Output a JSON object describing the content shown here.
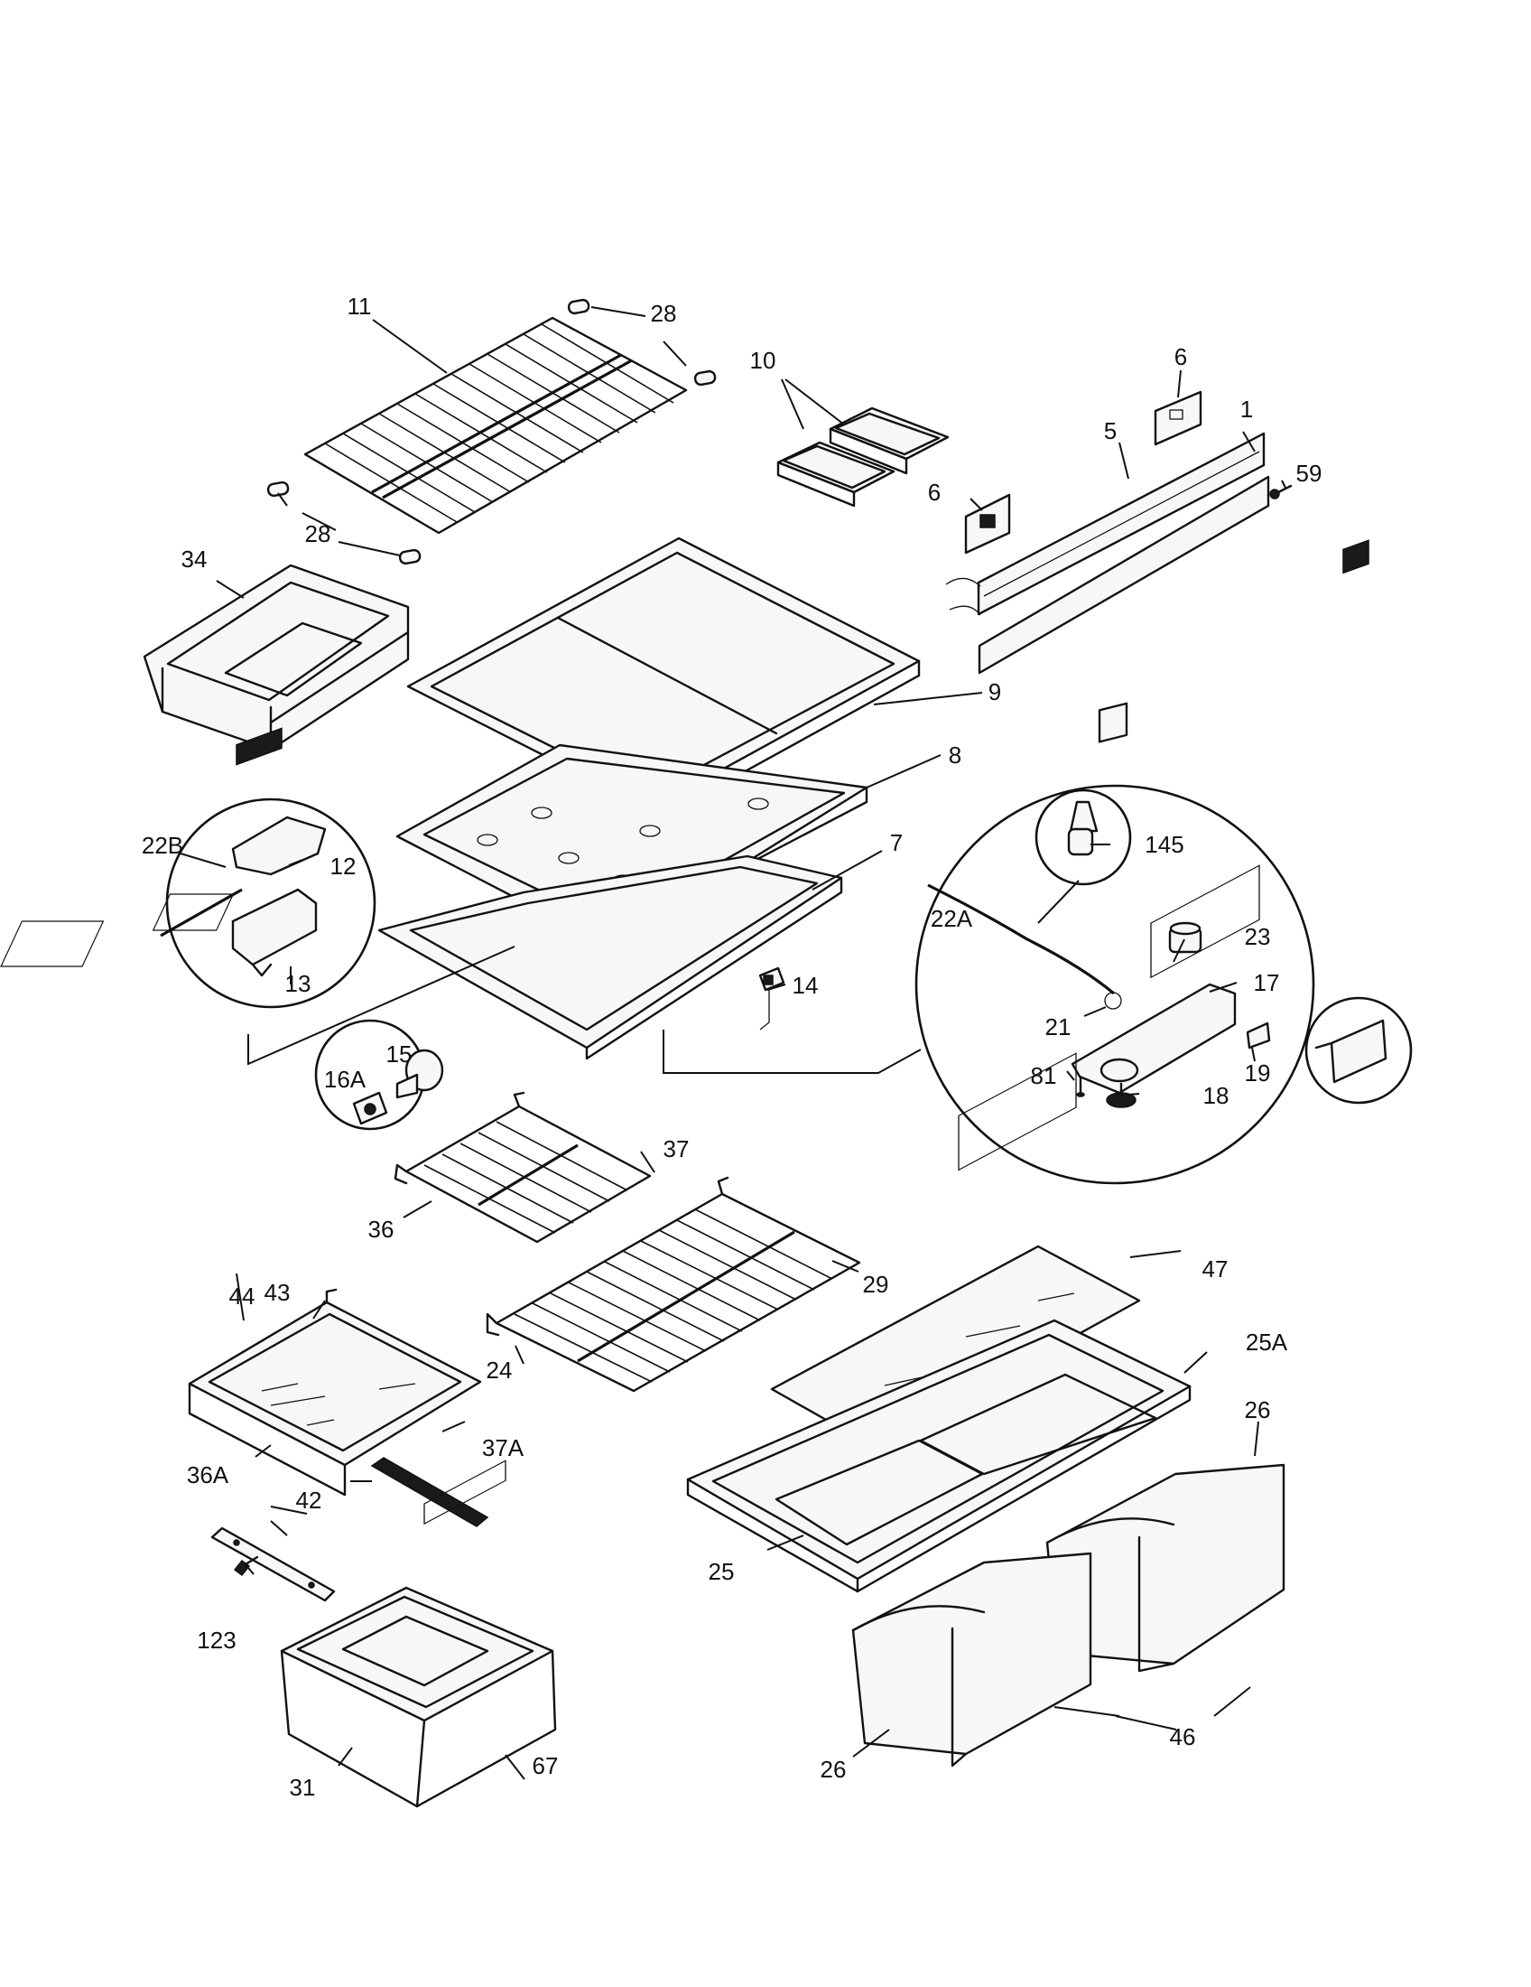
{
  "labels": {
    "p1": "1",
    "p5": "5",
    "p6a": "6",
    "p6b": "6",
    "p7": "7",
    "p8": "8",
    "p9": "9",
    "p10": "10",
    "p11": "11",
    "p12": "12",
    "p13": "13",
    "p14": "14",
    "p15": "15",
    "p16a": "16A",
    "p17": "17",
    "p18": "18",
    "p19": "19",
    "p21": "21",
    "p22a": "22A",
    "p22b": "22B",
    "p23": "23",
    "p24": "24",
    "p25": "25",
    "p25a": "25A",
    "p26a": "26",
    "p26b": "26",
    "p28a": "28",
    "p28b": "28",
    "p29": "29",
    "p31": "31",
    "p34": "34",
    "p36": "36",
    "p36a": "36A",
    "p37": "37",
    "p37a": "37A",
    "p42": "42",
    "p43": "43",
    "p44": "44",
    "p46": "46",
    "p47": "47",
    "p59": "59",
    "p67": "67",
    "p81": "81",
    "p123": "123",
    "p145": "145"
  }
}
